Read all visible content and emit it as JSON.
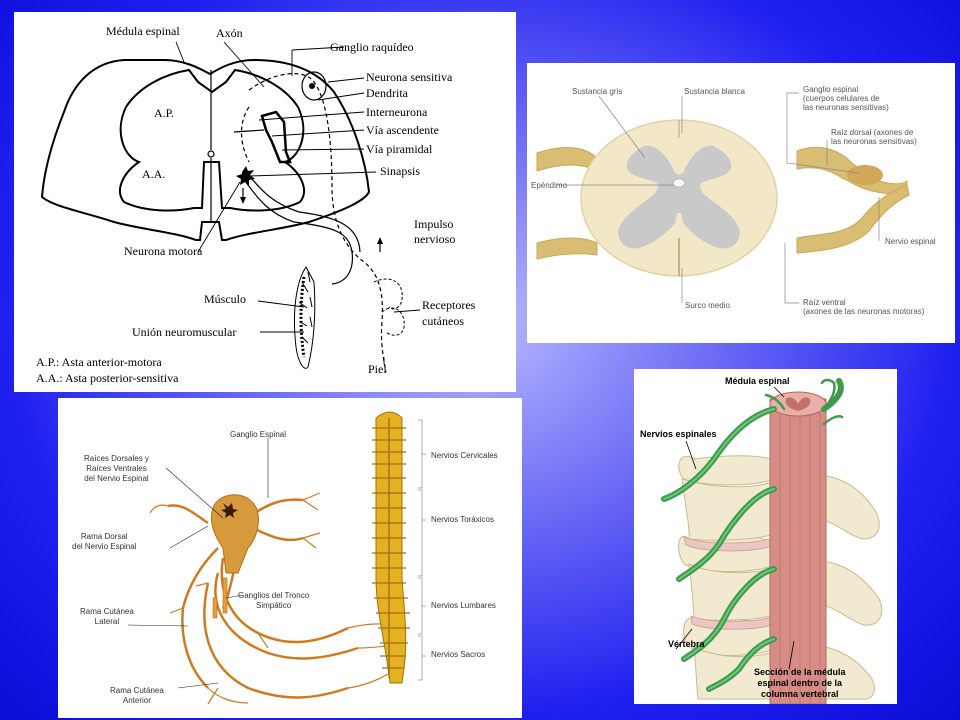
{
  "panel1": {
    "medula_espinal": "Médula espinal",
    "axon": "Axón",
    "ganglio_raquideo": "Ganglio raquídeo",
    "neurona_sensitiva": "Neurona sensitiva",
    "dendrita": "Dendrita",
    "interneurona": "Interneurona",
    "via_ascendente": "Vía ascendente",
    "via_piramidal": "Vía piramidal",
    "sinapsis": "Sinapsis",
    "ap": "A.P.",
    "aa": "A.A.",
    "neurona_motora": "Neurona motora",
    "impulso": "Impulso",
    "nervioso": "nervioso",
    "musculo": "Músculo",
    "receptores": "Receptores",
    "cutaneos": "cutáneos",
    "union_neuromuscular": "Unión neuromuscular",
    "piel": "Piel",
    "legend_ap": "A.P.: Asta anterior-motora",
    "legend_aa": "A.A.: Asta posterior-sensitiva"
  },
  "panel2": {
    "sustancia_gris": "Sustancia gris",
    "sustancia_blanca": "Sustancia blanca",
    "ganglio_espinal_1": "Ganglio espinal",
    "ganglio_espinal_2": "(cuerpos celulares de",
    "ganglio_espinal_3": "las neuronas sensitivas)",
    "raiz_dorsal_1": "Raíz dorsal (axones de",
    "raiz_dorsal_2": "las neuronas sensitivas)",
    "ependimo": "Epéndimo",
    "nervio_espinal": "Nervio espinal",
    "surco_medio": "Surco medio",
    "raiz_ventral_1": "Raíz ventral",
    "raiz_ventral_2": "(axones de las neuronas motoras)"
  },
  "panel3": {
    "ganglio_espinal": "Ganglio Espinal",
    "raices_1": "Raíces Dorsales y",
    "raices_2": "Raíces Ventrales",
    "raices_3": "del Nervio Espinal",
    "rama_dorsal_1": "Rama Dorsal",
    "rama_dorsal_2": "del Nervio Espinal",
    "ganglios_tronco_1": "Ganglios del Tronco",
    "ganglios_tronco_2": "Simpático",
    "rama_cutanea_lateral_1": "Rama Cutánea",
    "rama_cutanea_lateral_2": "Lateral",
    "rama_cutanea_anterior_1": "Rama Cutánea",
    "rama_cutanea_anterior_2": "Anterior",
    "nervios_cervicales": "Nervios Cervicales",
    "nervios_toraxicos": "Nervios Toráxicos",
    "nervios_lumbares": "Nervios Lumbares",
    "nervios_sacros": "Nervios Sacros"
  },
  "panel4": {
    "medula_espinal": "Médula espinal",
    "nervios_espinales": "Nervios espinales",
    "vertebra": "Vértebra",
    "seccion_1": "Sección de la médula",
    "seccion_2": "espinal dentro de la",
    "seccion_3": "columna vertebral"
  },
  "colors": {
    "background": "#1f1ff0",
    "gray_matter": "#c9c9c9",
    "white_matter": "#f2e8c8",
    "nerve_tan": "#d9bd73",
    "nerve_orange": "#d07a1f",
    "nerve_green": "#4fa85a",
    "cord_pink": "#d78c86",
    "bone": "#f1ead0"
  }
}
